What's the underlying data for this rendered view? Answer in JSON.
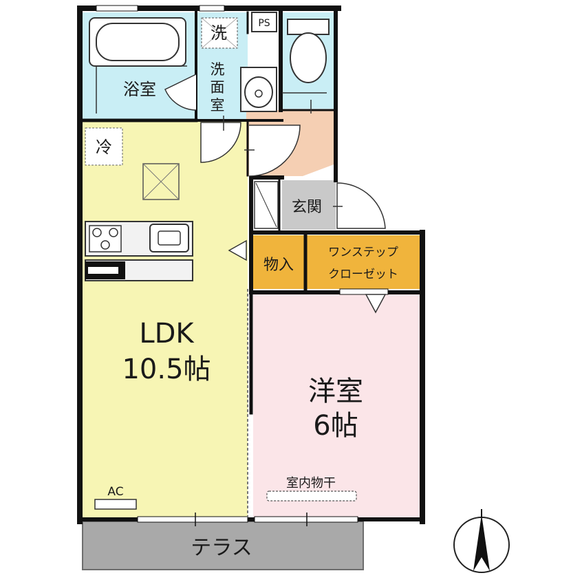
{
  "colors": {
    "wall": "#111111",
    "ldk": "#f7f5b4",
    "bedroom": "#fbe5e8",
    "bath": "#c9eef5",
    "entrance_floor": "#f5cfb3",
    "genkan": "#c9c9c9",
    "storage": "#f0b43c",
    "terrace": "#a9a9a9",
    "counter": "#f2f2f2"
  },
  "rooms": {
    "bath": "浴室",
    "washroom_mark": "洗",
    "washroom": [
      "洗",
      "面",
      "室"
    ],
    "ps": "PS",
    "fridge_mark": "冷",
    "genkan": "玄関",
    "storage": "物入",
    "closet": [
      "ワンステップ",
      "クローゼット"
    ],
    "ldk": [
      "LDK",
      "10.5帖"
    ],
    "bedroom": [
      "洋室",
      "6帖"
    ],
    "indoor_drying": "室内物干",
    "ac": "AC",
    "terrace": "テラス"
  },
  "compass": {
    "icon": "north-arrow-icon"
  }
}
